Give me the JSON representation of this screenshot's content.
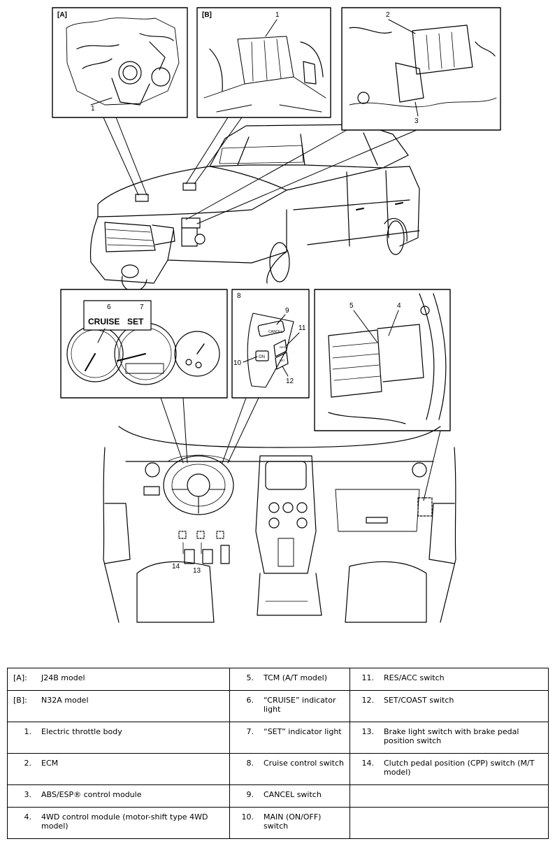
{
  "figure": {
    "callouts": {
      "A": "[A]",
      "B": "[B]",
      "c1a": "1",
      "c1b": "1",
      "c2": "2",
      "c3": "3",
      "c4": "4",
      "c5": "5",
      "c6": "6",
      "c7": "7",
      "c8": "8",
      "c9": "9",
      "c10": "10",
      "c11": "11",
      "c12": "12",
      "c13": "13",
      "c14": "14"
    },
    "indicators": {
      "cruise": "CRUISE",
      "set": "SET"
    },
    "switch_labels": {
      "cancel": "CANCEL",
      "main": "ON",
      "res": "RES",
      "set": "SET"
    }
  },
  "legend": {
    "rows": [
      [
        {
          "ref": "[A]:",
          "text": "J24B model"
        },
        {
          "ref": "5.",
          "text": "TCM (A/T model)"
        },
        {
          "ref": "11.",
          "text": "RES/ACC switch"
        }
      ],
      [
        {
          "ref": "[B]:",
          "text": "N32A model"
        },
        {
          "ref": "6.",
          "text": "“CRUISE” indicator light"
        },
        {
          "ref": "12.",
          "text": "SET/COAST switch"
        }
      ],
      [
        {
          "ref": "1.",
          "text": "Electric throttle body"
        },
        {
          "ref": "7.",
          "text": "“SET” indicator light"
        },
        {
          "ref": "13.",
          "text": "Brake light switch with brake pedal position switch"
        }
      ],
      [
        {
          "ref": "2.",
          "text": "ECM"
        },
        {
          "ref": "8.",
          "text": "Cruise control switch"
        },
        {
          "ref": "14.",
          "text": "Clutch pedal position (CPP) switch (M/T model)"
        }
      ],
      [
        {
          "ref": "3.",
          "text": "ABS/ESP® control module"
        },
        {
          "ref": "9.",
          "text": "CANCEL switch"
        },
        {
          "ref": "",
          "text": ""
        }
      ],
      [
        {
          "ref": "4.",
          "text": "4WD control module (motor-shift type 4WD model)"
        },
        {
          "ref": "10.",
          "text": "MAIN (ON/OFF) switch"
        },
        {
          "ref": "",
          "text": ""
        }
      ]
    ]
  }
}
